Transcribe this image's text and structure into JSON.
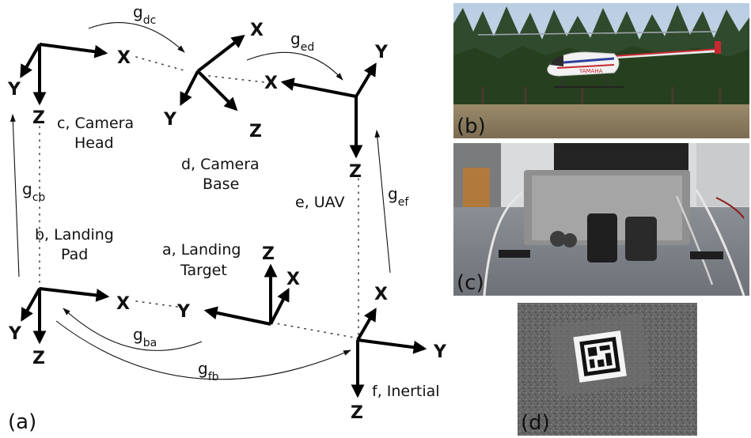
{
  "frames": {
    "c": {
      "label_line1": "c, Camera",
      "label_line2": "Head",
      "x": "X",
      "y": "Y",
      "z": "Z"
    },
    "d": {
      "label_line1": "d, Camera",
      "label_line2": "Base",
      "x": "X",
      "y": "Y",
      "z": "Z"
    },
    "e": {
      "label": "e, UAV",
      "x": "X",
      "y": "Y",
      "z": "Z"
    },
    "b": {
      "label_line1": "b, Landing",
      "label_line2": "Pad",
      "x": "X",
      "y": "Y",
      "z": "Z"
    },
    "a": {
      "label_line1": "a, Landing",
      "label_line2": "Target",
      "x": "X",
      "y": "Y",
      "z": "Z"
    },
    "f": {
      "label": "f, Inertial",
      "x": "X",
      "y": "Y",
      "z": "Z"
    }
  },
  "transforms": {
    "gdc": {
      "base": "g",
      "sub": "dc"
    },
    "ged": {
      "base": "g",
      "sub": "ed"
    },
    "gcb": {
      "base": "g",
      "sub": "cb"
    },
    "gef": {
      "base": "g",
      "sub": "ef"
    },
    "gba": {
      "base": "g",
      "sub": "ba"
    },
    "gfb": {
      "base": "g",
      "sub": "fb"
    }
  },
  "panels": {
    "a": "(a)",
    "b": "(b)",
    "c": "(c)",
    "d": "(d)"
  },
  "helicopter_text": "YAMAHA"
}
